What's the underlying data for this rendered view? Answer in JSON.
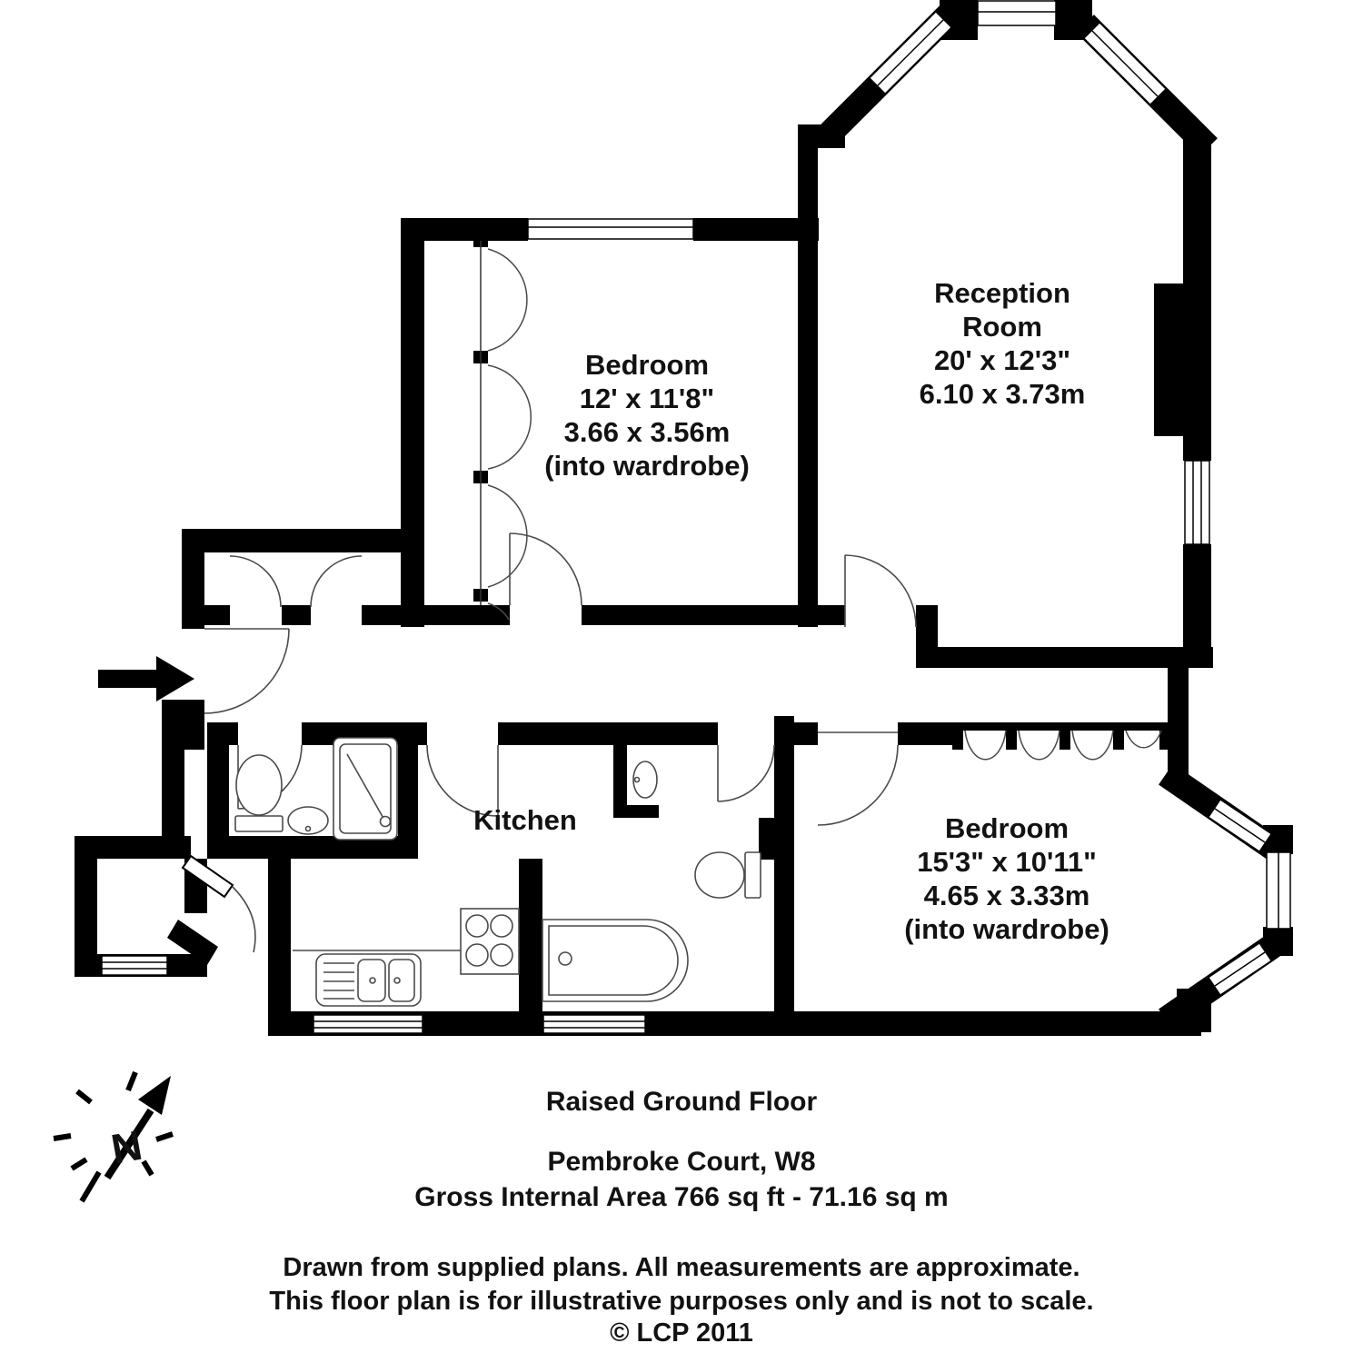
{
  "colors": {
    "wall": "#000000",
    "fixture_line": "#4a4a4a",
    "text": "#121212",
    "background": "#ffffff"
  },
  "compass": {
    "label": "N"
  },
  "rooms": {
    "reception": {
      "line1": "Reception",
      "line2": "Room",
      "imperial": "20' x 12'3\"",
      "metric": "6.10 x 3.73m"
    },
    "bedroom1": {
      "name": "Bedroom",
      "imperial": "12' x 11'8\"",
      "metric": "3.66 x 3.56m",
      "note": "(into wardrobe)"
    },
    "kitchen": {
      "name": "Kitchen"
    },
    "bedroom2": {
      "name": "Bedroom",
      "imperial": "15'3\" x 10'11\"",
      "metric": "4.65 x 3.33m",
      "note": "(into wardrobe)"
    }
  },
  "footer": {
    "floor_name": "Raised Ground Floor",
    "address": "Pembroke Court, W8",
    "area": "Gross Internal Area 766 sq ft - 71.16 sq m",
    "disclaimer_line1": "Drawn from supplied plans. All measurements are approximate.",
    "disclaimer_line2": "This floor plan is for illustrative purposes only and is not to scale.",
    "copyright": "© LCP 2011"
  }
}
